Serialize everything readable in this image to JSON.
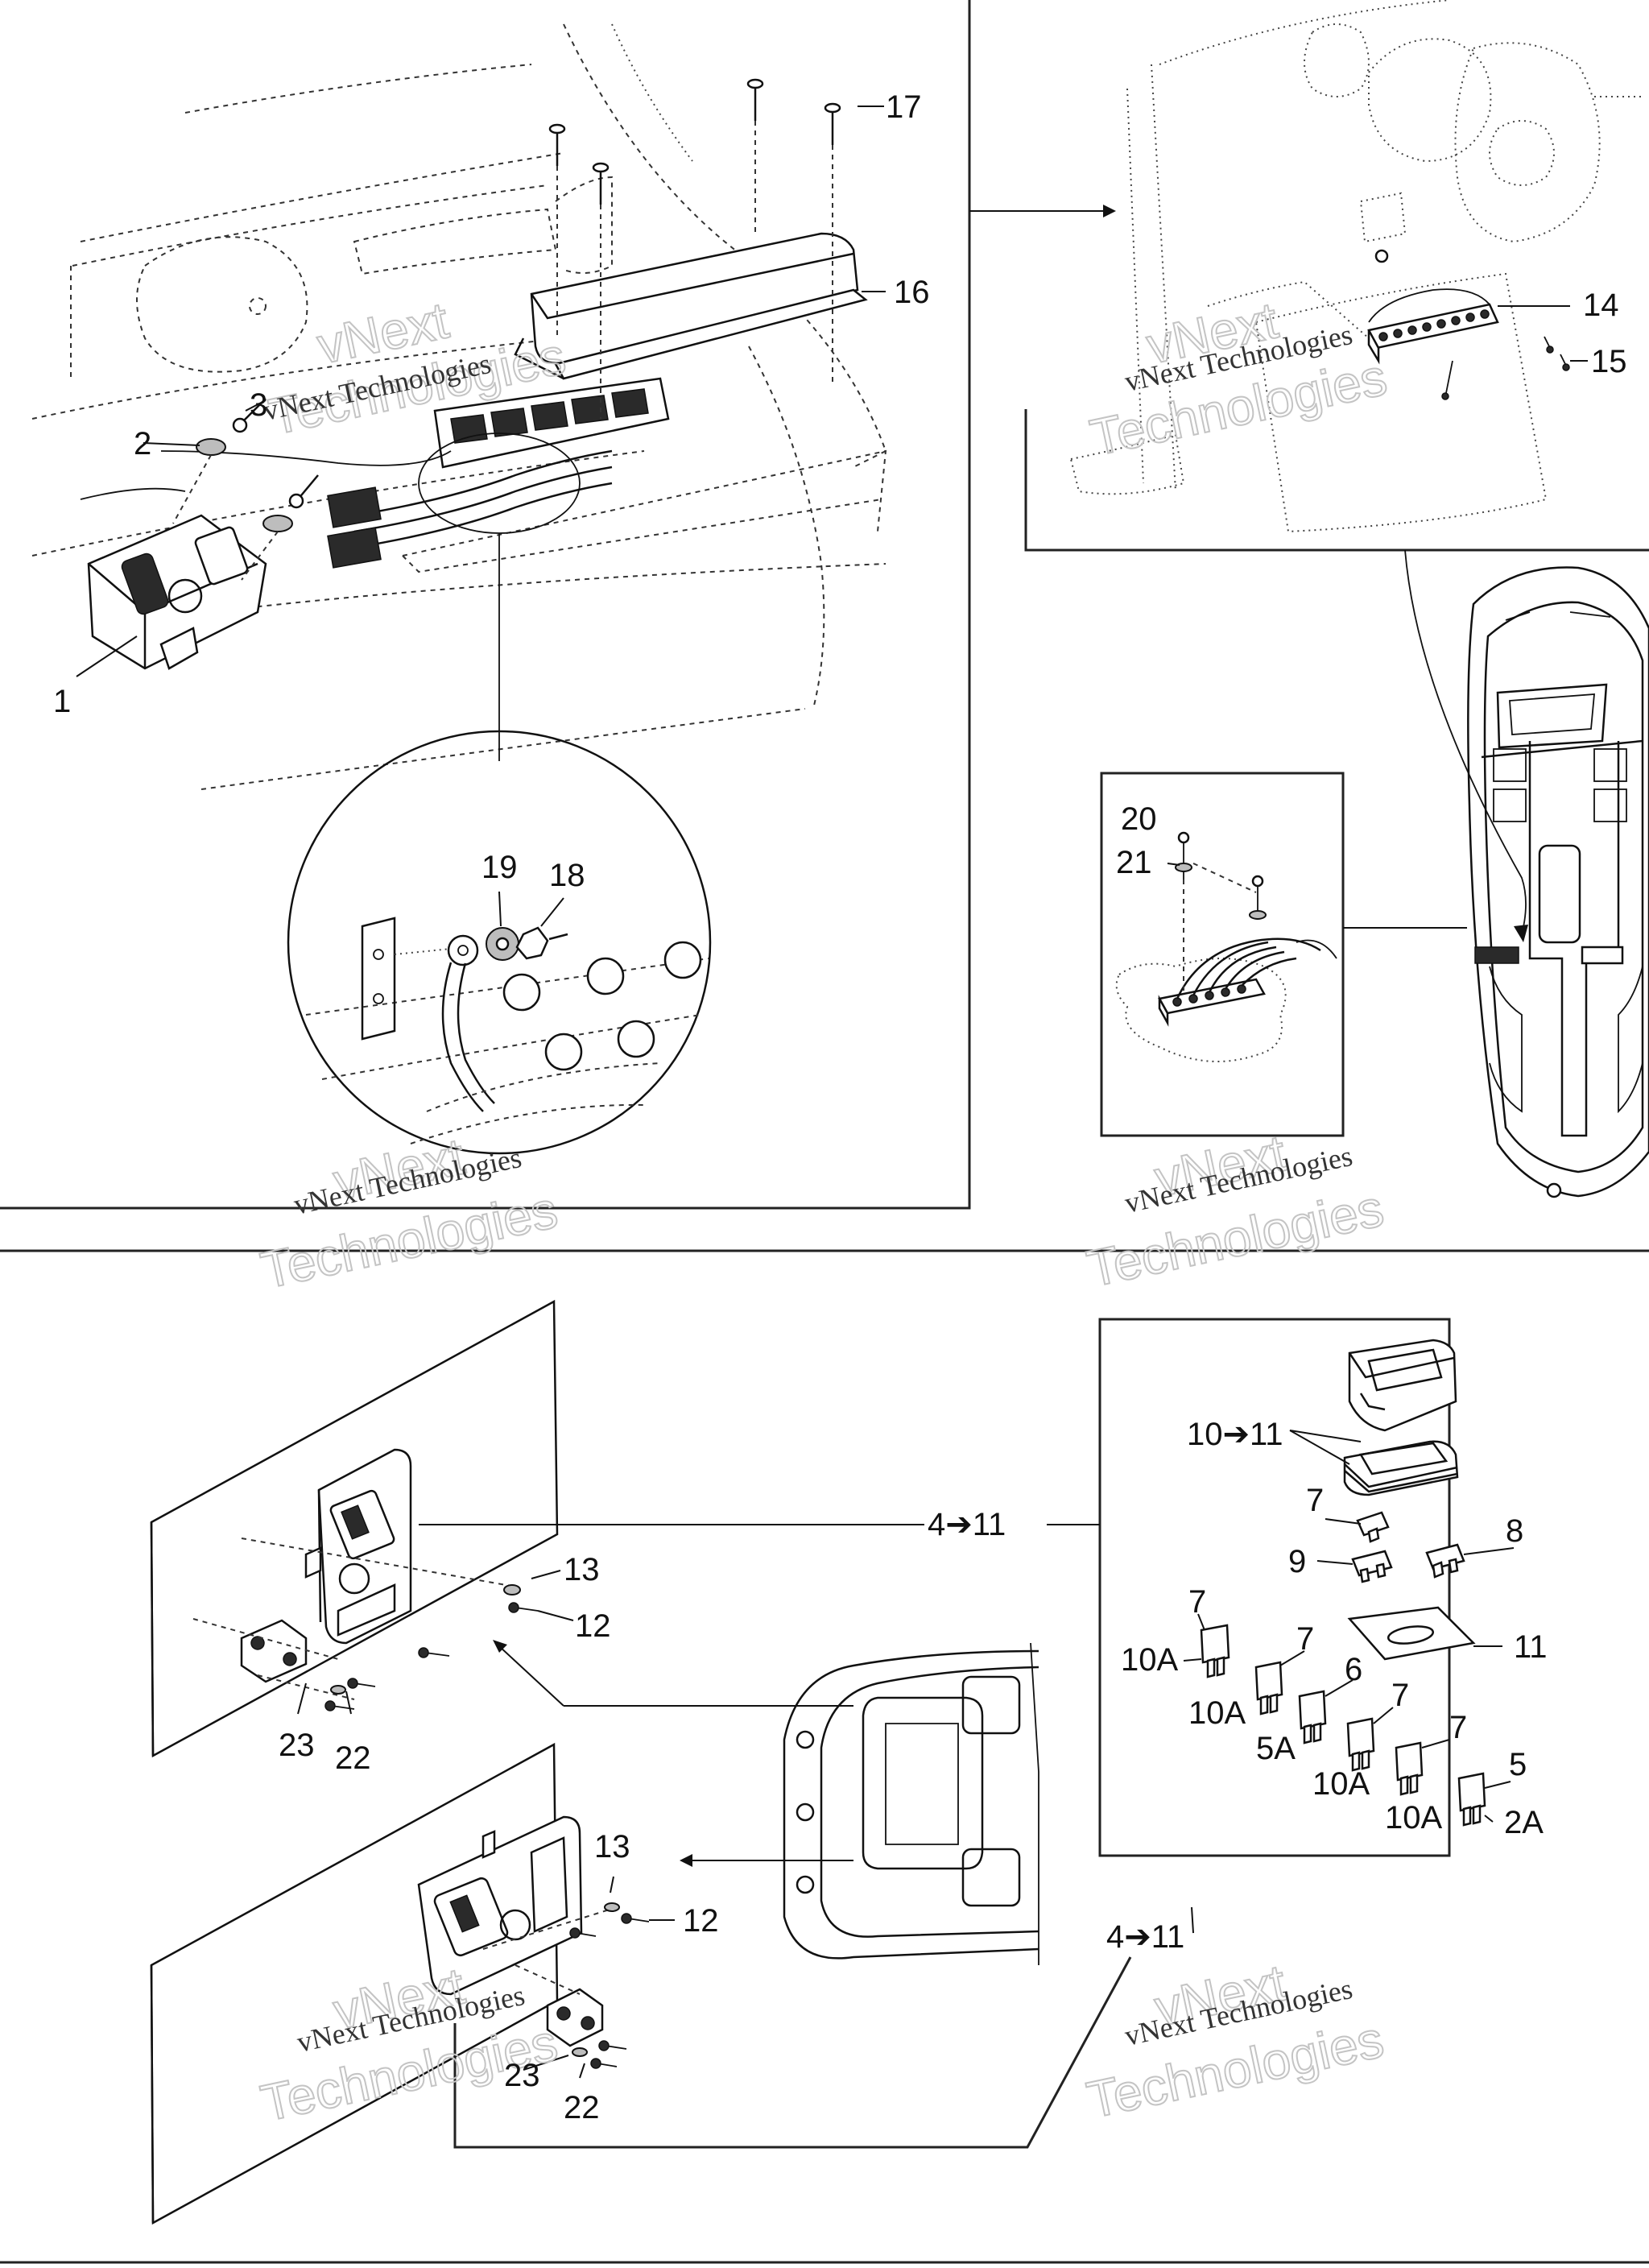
{
  "watermark": {
    "company_line": "vNext Technologies",
    "brand_top": "vNext",
    "brand_bottom": "Technologies"
  },
  "callouts": {
    "p1": "1",
    "p2": "2",
    "p3": "3",
    "p14": "14",
    "p15": "15",
    "p16": "16",
    "p17": "17",
    "p18": "18",
    "p19": "19",
    "p20": "20",
    "p21": "21",
    "p22_upper": "22",
    "p22_lower": "22",
    "p23_upper": "23",
    "p23_lower": "23",
    "p12_upper": "12",
    "p12_lower": "12",
    "p13_upper": "13",
    "p13_lower": "13",
    "fuse_box_range_upper": "4➔11",
    "fuse_box_range_lower": "4➔11",
    "cover_range": "10➔11",
    "p7_top": "7",
    "p8": "8",
    "p9": "9",
    "p11": "11",
    "p7_a": "7",
    "p7_b": "7",
    "p6": "6",
    "p7_c": "7",
    "p7_d": "7",
    "p5": "5"
  },
  "fuse_ratings": {
    "f1": "10A",
    "f2": "10A",
    "f3": "5A",
    "f4": "10A",
    "f5": "10A",
    "f6": "2A"
  }
}
